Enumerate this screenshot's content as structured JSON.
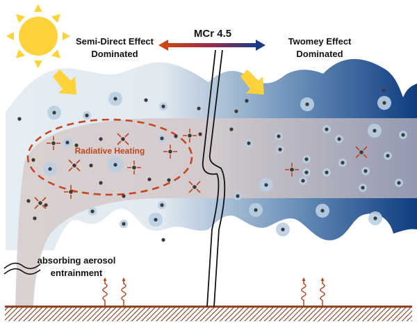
{
  "diagram": {
    "title_label": "MCr 4.5",
    "left_regime": {
      "line1": "Semi-Direct Effect",
      "line2": "Dominated"
    },
    "right_regime": {
      "line1": "Twomey Effect",
      "line2": "Dominated"
    },
    "heating_label": "Radiative Heating",
    "entrainment": {
      "line1": "absorbing aerosol",
      "line2": "entrainment"
    },
    "icons": {
      "sun": "sun-icon",
      "solar_arrow": "solar-radiation-arrow",
      "heat_flux": "surface-heat-flux-icon",
      "axis_break": "axis-break-icon",
      "ground": "ground-hatch"
    },
    "colors": {
      "sun": "#fdd23a",
      "arrow_left": "#c8441a",
      "arrow_right": "#1f3f84",
      "cloud_light": "#e3ebf3",
      "cloud_dark": "#0d3a7f",
      "plume": "#d9cccc",
      "heating": "#c8441a",
      "aerosol": "#3c3c3c",
      "droplet": "#b7cde0",
      "ground": "#8a3b1a"
    }
  }
}
